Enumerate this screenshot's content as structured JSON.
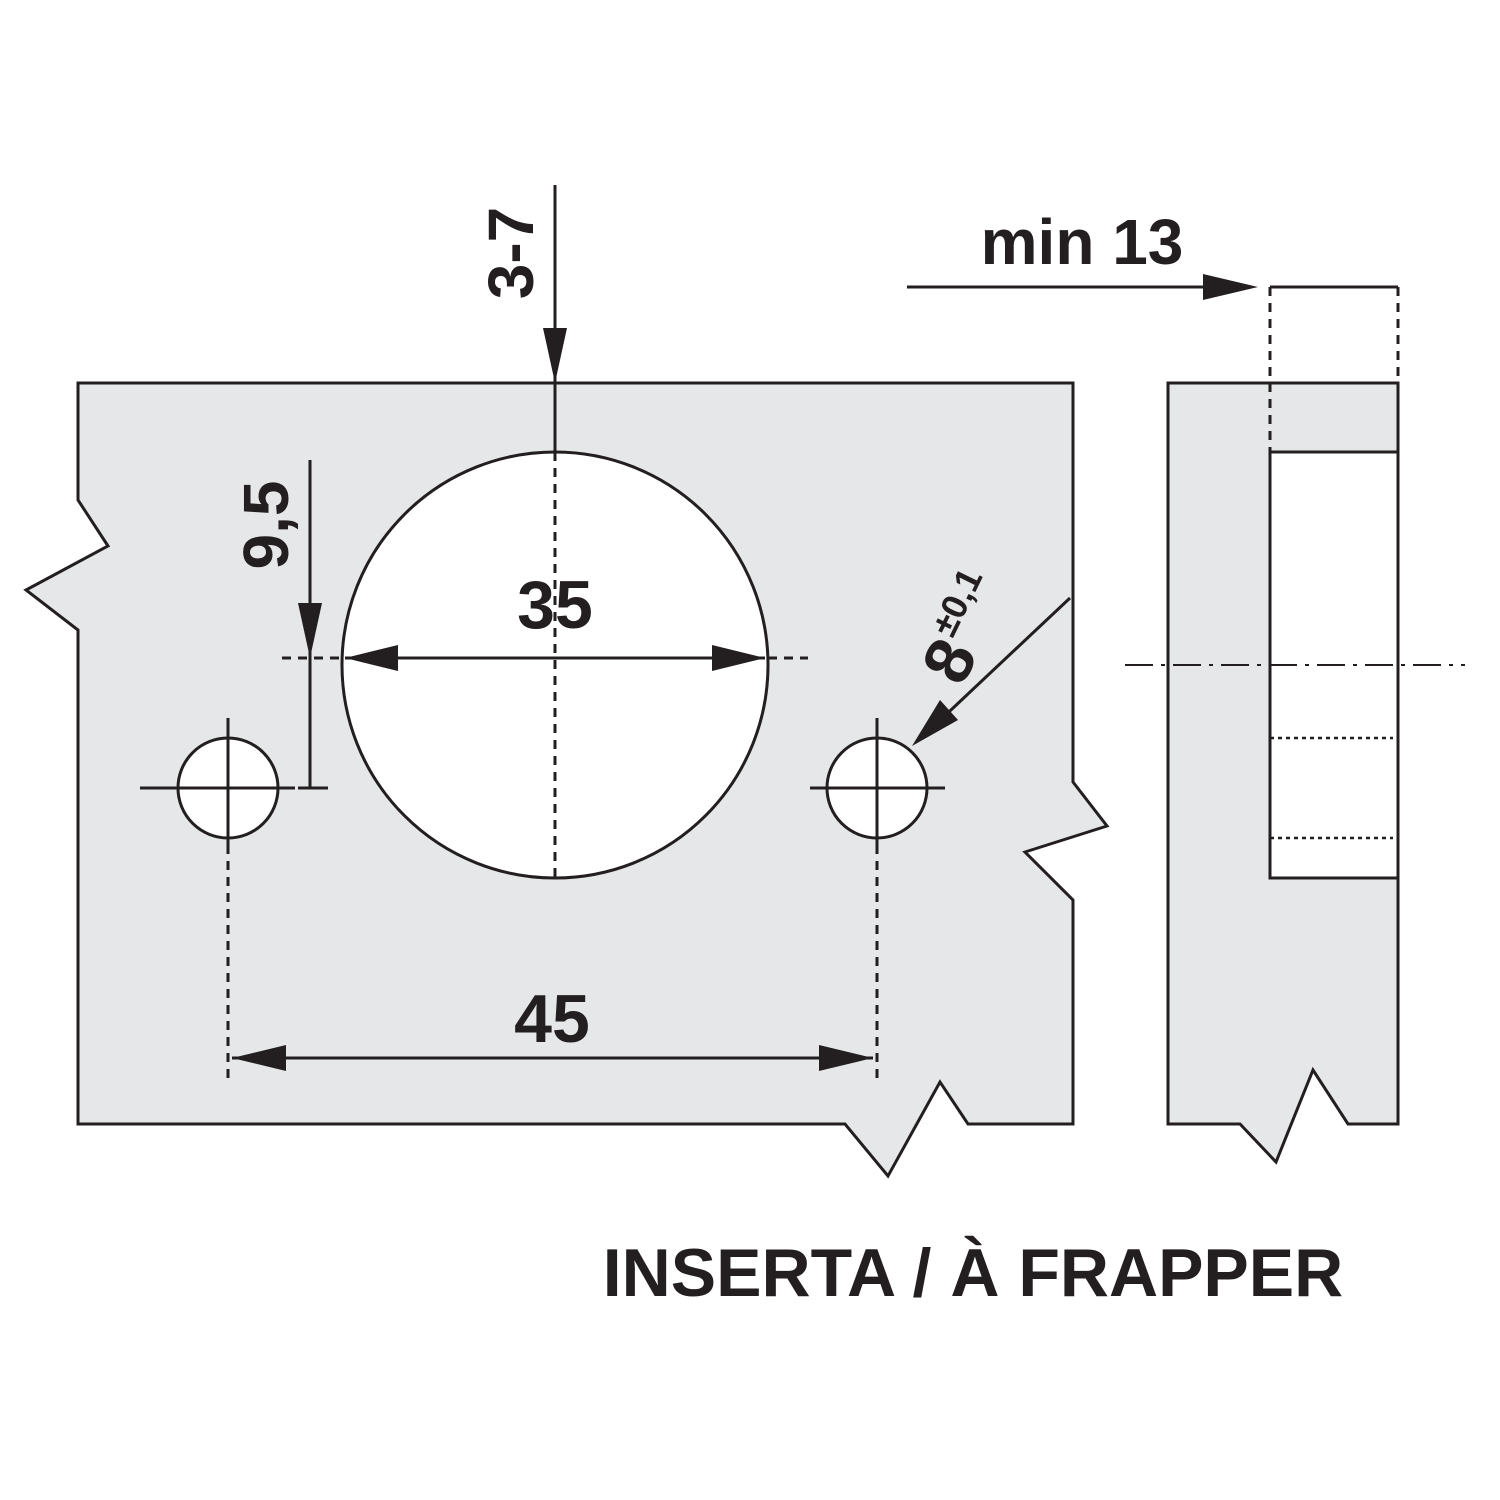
{
  "diagram": {
    "dim_depth": "3-7",
    "dim_offset": "9,5",
    "dim_cup_diameter": "35",
    "dim_hole_main": "8",
    "dim_hole_tolerance": "±0,1",
    "dim_hole_spacing": "45",
    "dim_min_thickness": "min 13",
    "caption": "INSERTA / À FRAPPER"
  }
}
